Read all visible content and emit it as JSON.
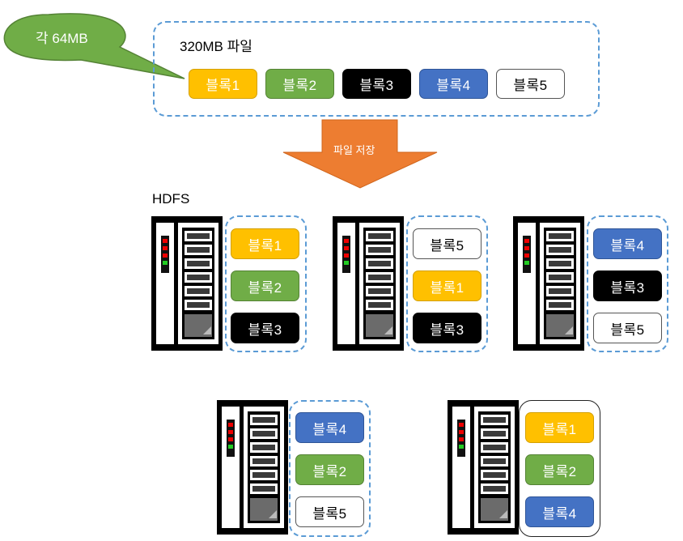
{
  "callout": {
    "text": "각 64MB"
  },
  "file": {
    "title": "320MB 파일",
    "blocks": [
      {
        "label": "블록1",
        "color": "yellow"
      },
      {
        "label": "블록2",
        "color": "green"
      },
      {
        "label": "블록3",
        "color": "black"
      },
      {
        "label": "블록4",
        "color": "blue"
      },
      {
        "label": "블록5",
        "color": "white"
      }
    ]
  },
  "arrow": {
    "label": "파일 저장"
  },
  "hdfs": {
    "label": "HDFS",
    "nodes": [
      {
        "blocks": [
          {
            "label": "블록1",
            "color": "yellow"
          },
          {
            "label": "블록2",
            "color": "green"
          },
          {
            "label": "블록3",
            "color": "black"
          }
        ]
      },
      {
        "blocks": [
          {
            "label": "블록5",
            "color": "white"
          },
          {
            "label": "블록1",
            "color": "yellow"
          },
          {
            "label": "블록3",
            "color": "black"
          }
        ]
      },
      {
        "blocks": [
          {
            "label": "블록4",
            "color": "blue"
          },
          {
            "label": "블록3",
            "color": "black"
          },
          {
            "label": "블록5",
            "color": "white"
          }
        ]
      },
      {
        "blocks": [
          {
            "label": "블록4",
            "color": "blue"
          },
          {
            "label": "블록2",
            "color": "green"
          },
          {
            "label": "블록5",
            "color": "white"
          }
        ]
      },
      {
        "blocks": [
          {
            "label": "블록1",
            "color": "yellow"
          },
          {
            "label": "블록2",
            "color": "green"
          },
          {
            "label": "블록4",
            "color": "blue"
          }
        ]
      }
    ]
  }
}
